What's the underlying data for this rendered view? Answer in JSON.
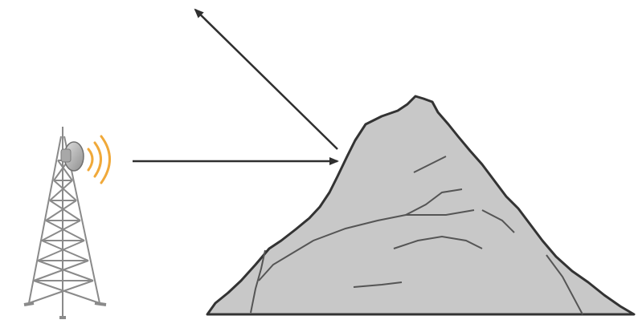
{
  "diagram": {
    "elements": {
      "tower": "radio-tower-with-dish",
      "signal": "signal-wave-arcs",
      "incident_arrow": "arrow-toward-mountain",
      "reflected_arrow": "arrow-reflecting-upward",
      "obstacle": "mountain"
    },
    "colors": {
      "tower": "#8a8a8a",
      "signal": "#f0a93a",
      "arrow": "#2f2f2f",
      "mountain_fill": "#c9c9c9",
      "mountain_outline": "#333333"
    }
  }
}
